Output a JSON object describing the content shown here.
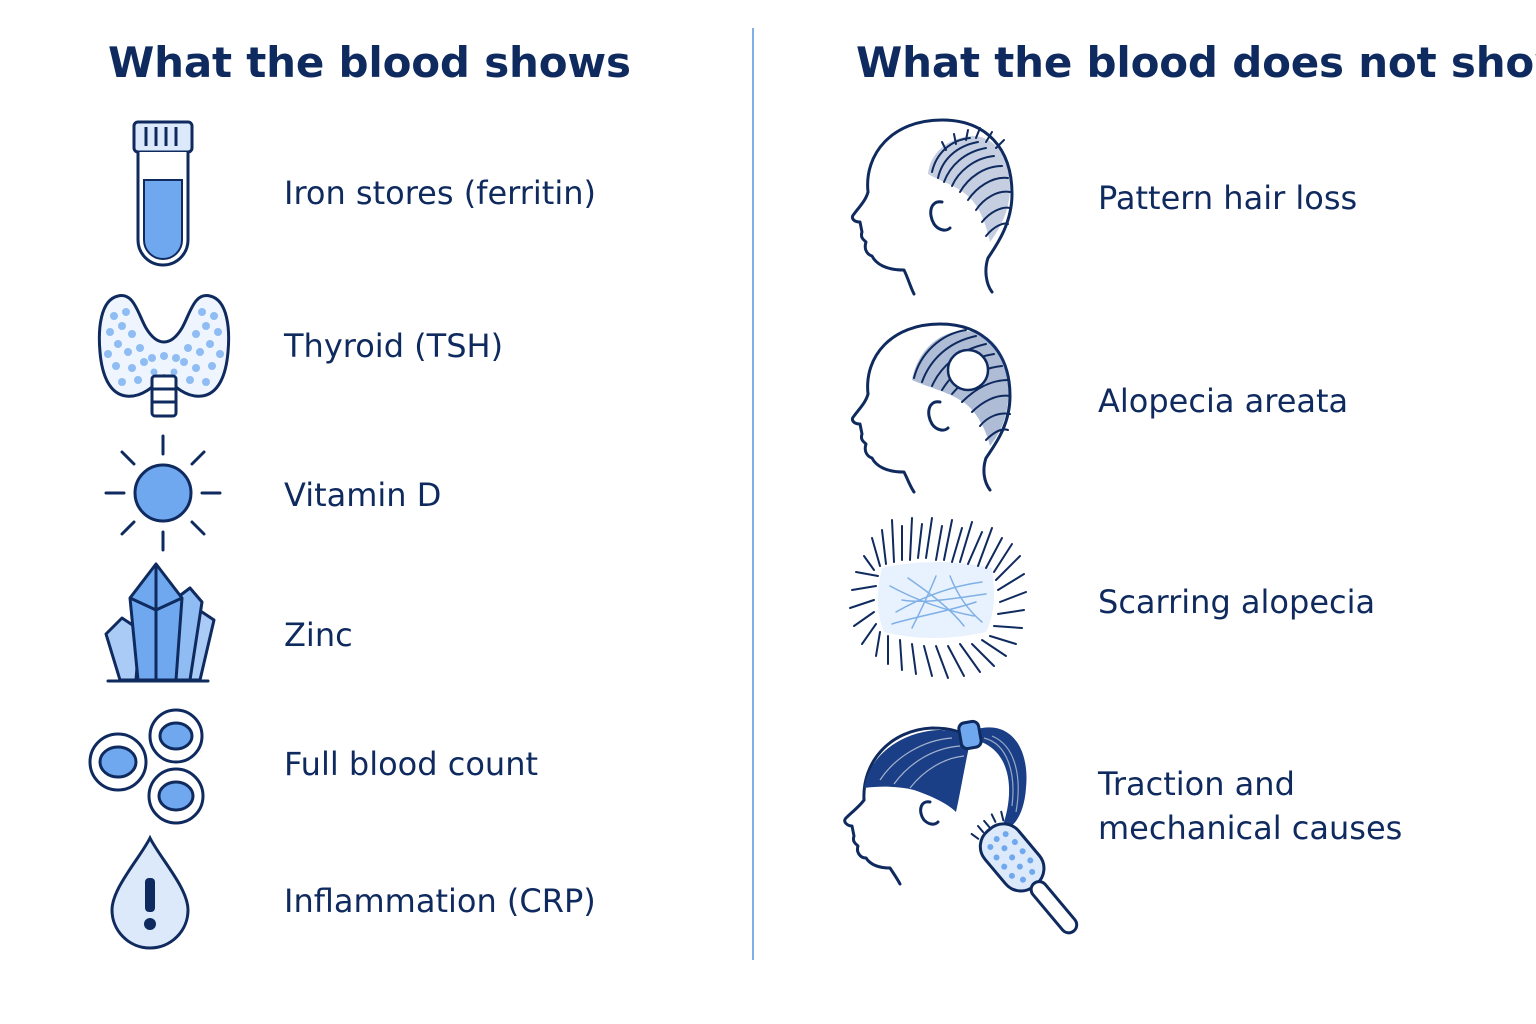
{
  "left_column": {
    "heading": "What the blood shows",
    "items": [
      {
        "label": "Iron stores (ferritin)",
        "icon": "test-tube-icon"
      },
      {
        "label": "Thyroid (TSH)",
        "icon": "thyroid-icon"
      },
      {
        "label": "Vitamin D",
        "icon": "sun-icon"
      },
      {
        "label": "Zinc",
        "icon": "crystal-icon"
      },
      {
        "label": "Full blood count",
        "icon": "blood-cells-icon"
      },
      {
        "label": "Inflammation (CRP)",
        "icon": "drop-exclamation-icon"
      }
    ]
  },
  "right_column": {
    "heading": "What the blood does not show",
    "items": [
      {
        "label": "Pattern hair loss",
        "icon": "thinning-head-icon"
      },
      {
        "label": "Alopecia areata",
        "icon": "bald-patch-head-icon"
      },
      {
        "label": "Scarring alopecia",
        "icon": "scarred-scalp-icon"
      },
      {
        "label": "Traction and mechanical causes",
        "icon": "ponytail-brush-icon"
      }
    ]
  },
  "colors": {
    "heading": "#0f2a5e",
    "text": "#0f2a5e",
    "accent_blue": "#6fa8ef",
    "light_blue": "#a9cbf5",
    "divider": "#7fb0e6"
  }
}
